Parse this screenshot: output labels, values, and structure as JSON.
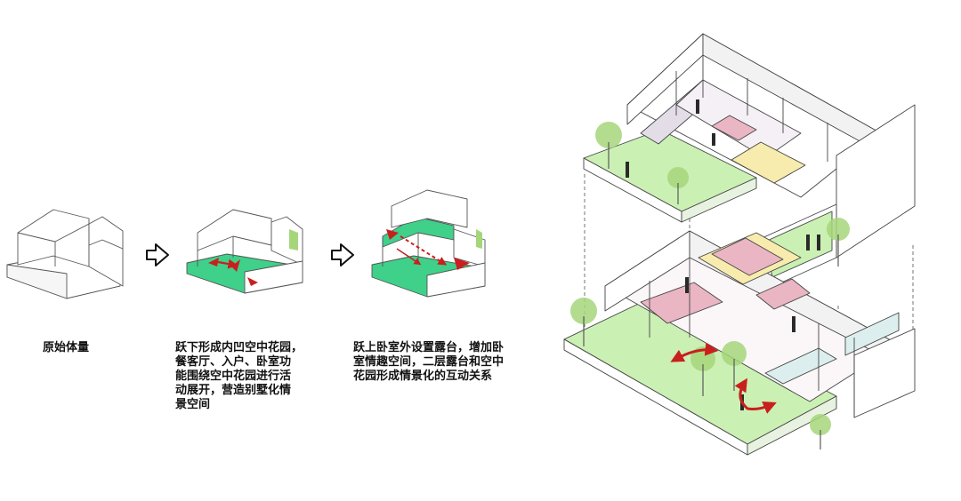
{
  "diagram": {
    "steps": [
      {
        "caption": "原始体量"
      },
      {
        "caption": "跃下形成内凹空中花园，\n餐客厅、入户、卧室功\n能围绕空中花园进行活\n动展开，营造别墅化情\n景空间"
      },
      {
        "caption": "跃上卧室外设置露台，增加卧\n室情趣空间，二层露台和空中\n花园形成情景化的互动关系"
      }
    ],
    "colors": {
      "line": "#555555",
      "garden_green": "#3fd08a",
      "lawn_green": "#cbf0b4",
      "arrow_red": "#c8201e",
      "kitchen_yellow": "#f7ecad",
      "furniture_pink": "#eab6c4",
      "glass_blue": "#dcefee",
      "tree_green": "#a6d67a"
    },
    "icons": [
      "right-outline-arrow-icon",
      "circulation-arrow-icon",
      "tree-icon",
      "person-figure-icon"
    ]
  }
}
